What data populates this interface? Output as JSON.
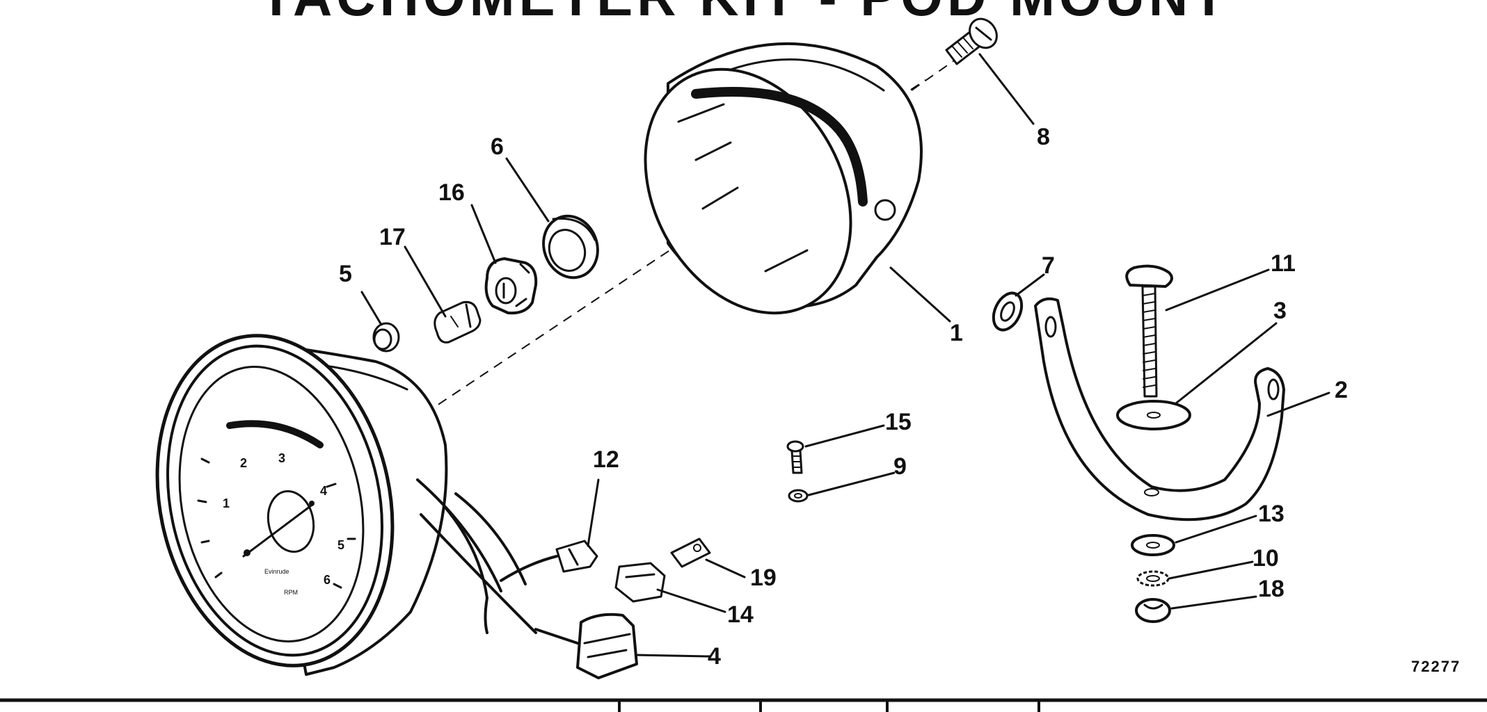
{
  "title": "TACHOMETER KIT - POD MOUNT",
  "reference_number": "72277",
  "callouts": [
    {
      "id": "1",
      "label": "1"
    },
    {
      "id": "2",
      "label": "2"
    },
    {
      "id": "3",
      "label": "3"
    },
    {
      "id": "4",
      "label": "4"
    },
    {
      "id": "5",
      "label": "5"
    },
    {
      "id": "6",
      "label": "6"
    },
    {
      "id": "7",
      "label": "7"
    },
    {
      "id": "8",
      "label": "8"
    },
    {
      "id": "9",
      "label": "9"
    },
    {
      "id": "10",
      "label": "10"
    },
    {
      "id": "11",
      "label": "11"
    },
    {
      "id": "12",
      "label": "12"
    },
    {
      "id": "13",
      "label": "13"
    },
    {
      "id": "14",
      "label": "14"
    },
    {
      "id": "15",
      "label": "15"
    },
    {
      "id": "16",
      "label": "16"
    },
    {
      "id": "17",
      "label": "17"
    },
    {
      "id": "18",
      "label": "18"
    },
    {
      "id": "19",
      "label": "19"
    }
  ],
  "dial": {
    "numbers": [
      "1",
      "2",
      "3",
      "4",
      "5",
      "6"
    ],
    "brand": "Evinrude",
    "unit": "RPM"
  }
}
